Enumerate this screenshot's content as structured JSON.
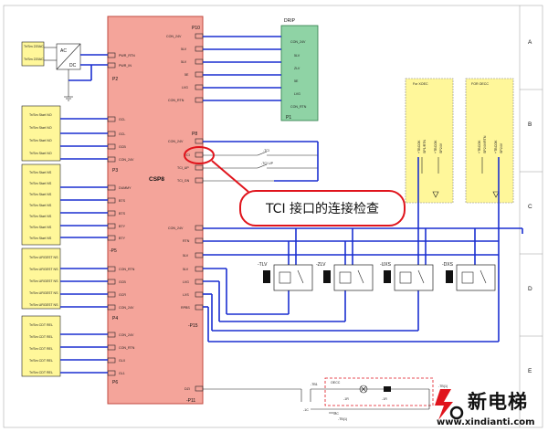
{
  "grid": {
    "rows": [
      "A",
      "B",
      "C",
      "D",
      "E"
    ]
  },
  "csp8": {
    "title": "CSP8",
    "ports": [
      "P2",
      "P3",
      "-P5",
      "P4",
      "P6",
      "P10",
      "P8",
      "-P15",
      "-P11"
    ],
    "left_pins": [
      "PWR_RTN",
      "PWR_IN",
      "GCL",
      "GCL",
      "GCB",
      "CON_24V",
      "DUMMY",
      "BTS",
      "BTS",
      "BTY",
      "BTY",
      "CON_RTN",
      "GCB",
      "GCR",
      "CON_24V",
      "CON_24V",
      "CON_RTN",
      "GLX",
      "GL1"
    ],
    "right_pins": [
      "CON_24V",
      "5LV",
      "5LV",
      "5E",
      "LVG",
      "CON_RTN",
      "CON_24V",
      "TCI",
      "TCI_UP",
      "TCI_GN",
      "CON_24V",
      "RTN",
      "5LV",
      "5LV",
      "LVG",
      "LXS",
      "RPBS",
      "DZI"
    ]
  },
  "left_terminals": {
    "power": [
      "Tr/Sm 220AC",
      "Tr/Sm 220AC"
    ],
    "group1": [
      "Tr/Sm Start NO",
      "Tr/Sm Start NO",
      "Tr/Sm Start NO",
      "Tr/Sm Start NO"
    ],
    "group2": [
      "Tr/Sm Start NS",
      "Tr/Sm Start NS",
      "Tr/Sm Start NS",
      "Tr/Sm Start NS",
      "Tr/Sm Start NS",
      "Tr/Sm Start NS",
      "Tr/Sm Start NS"
    ],
    "group3": [
      "Tr/Sm URGEST NS",
      "Tr/Sm URGEST NS",
      "Tr/Sm URGEST NS",
      "Tr/Sm URGEST NS",
      "Tr/Sm URGEST NS"
    ],
    "group4": [
      "Tr/Sm CDT REL",
      "Tr/Sm CDT REL",
      "Tr/Sm CDT REL",
      "Tr/Sm CDT REL",
      "Tr/Sm CDT REL"
    ]
  },
  "converter": {
    "top": "AC",
    "bottom": "DC"
  },
  "drip": {
    "title": "DRIP",
    "pins": [
      "CON_24V",
      "5LV",
      "ZLV",
      "5E",
      "LVG",
      "CON_RTN"
    ],
    "port": "P1"
  },
  "sensor_panels": [
    {
      "title": "For XOEC",
      "labels": [
        "+TBCOK",
        "SP1/RTN",
        "+TBCOK",
        "SP24V"
      ]
    },
    {
      "title": "FOR OECC",
      "labels": [
        "+TBCOK",
        "SP24V/RTN",
        "+TBCOK",
        "SP24V"
      ]
    }
  ],
  "sensors": [
    "-TLV",
    "-ZLV",
    "-UXS",
    "-DXS"
  ],
  "tci_switches": [
    "-TCI",
    "-TCI UP"
  ],
  "bottom": {
    "labels": [
      "-TB1",
      "-1C",
      "OECC",
      "-1R",
      "-1R",
      "-TB(1)",
      "-TB(1)",
      "-2C",
      "DZI",
      "-P11"
    ]
  },
  "callout": {
    "text": "TCI 接口的连接检查"
  },
  "watermark": {
    "title": "新电梯",
    "url": "www.xindianti.com"
  },
  "colors": {
    "csp8": "#f4a49a",
    "drip": "#8fd3a5",
    "yellow": "#fff79a",
    "wire": "#1a2fd0",
    "callout": "#e0141c"
  }
}
